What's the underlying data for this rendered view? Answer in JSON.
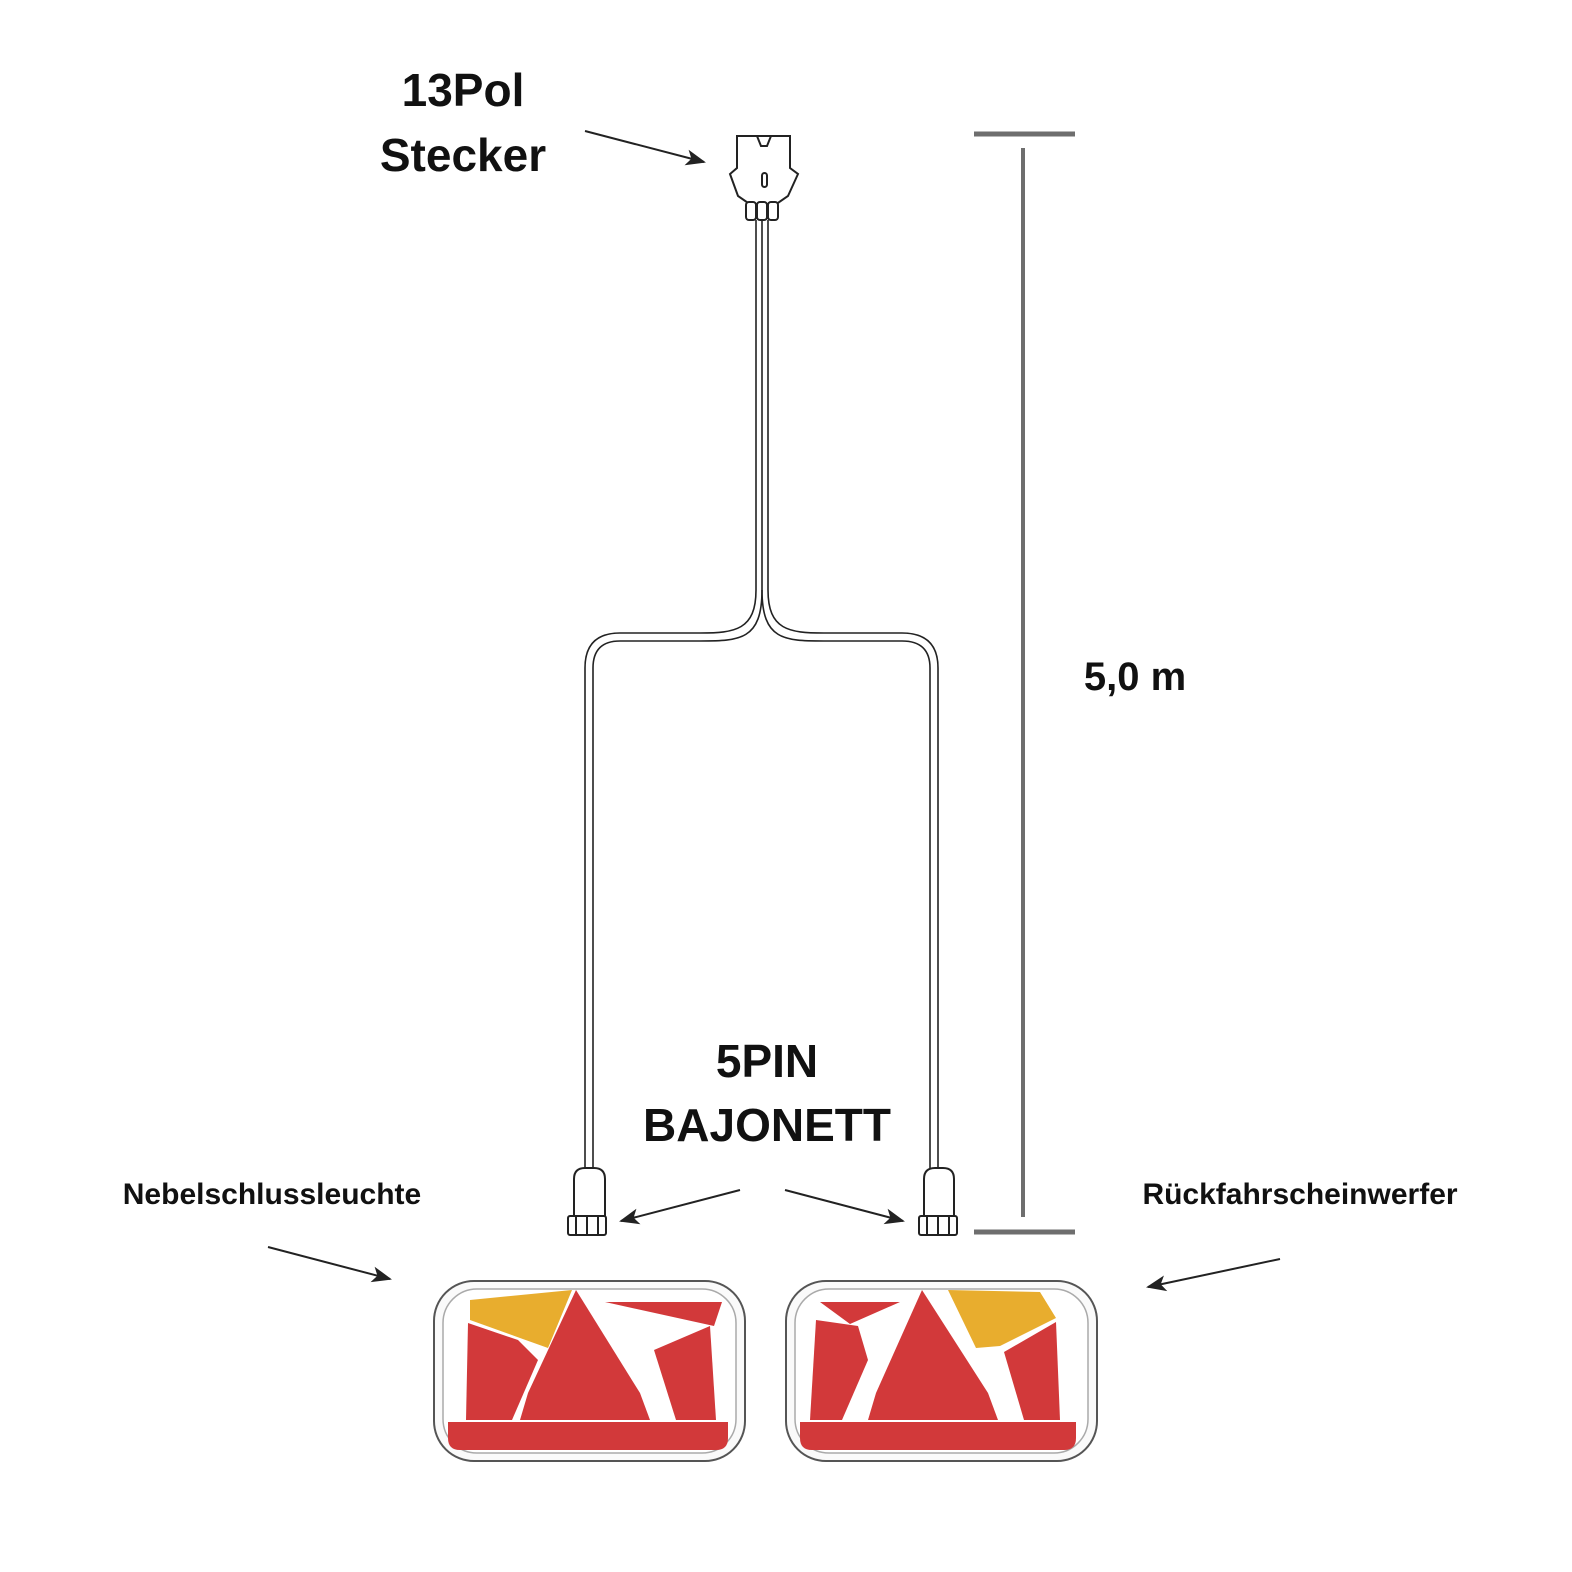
{
  "labels": {
    "plug_line1": "13Pol",
    "plug_line2": "Stecker",
    "length": "5,0 m",
    "connector_line1": "5PIN",
    "connector_line2": "BAJONETT",
    "left_lamp": "Nebelschlussleuchte",
    "right_lamp": "Rückfahrscheinwerfer"
  },
  "colors": {
    "lamp_red": "#d2393a",
    "lamp_amber": "#e8ad2e",
    "line": "#222222",
    "dimension_line": "#6e6e6e"
  }
}
